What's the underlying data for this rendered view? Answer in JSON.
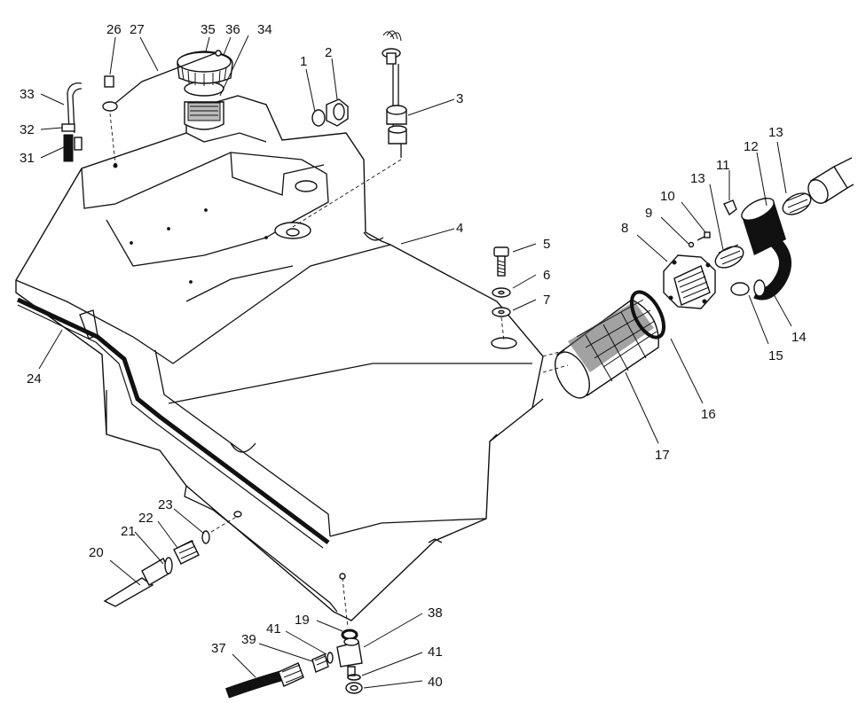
{
  "callouts": [
    {
      "id": "c1",
      "label": "1"
    },
    {
      "id": "c2",
      "label": "2"
    },
    {
      "id": "c3",
      "label": "3"
    },
    {
      "id": "c4",
      "label": "4"
    },
    {
      "id": "c5",
      "label": "5"
    },
    {
      "id": "c6",
      "label": "6"
    },
    {
      "id": "c7",
      "label": "7"
    },
    {
      "id": "c8",
      "label": "8"
    },
    {
      "id": "c9",
      "label": "9"
    },
    {
      "id": "c10",
      "label": "10"
    },
    {
      "id": "c11",
      "label": "11"
    },
    {
      "id": "c12",
      "label": "12"
    },
    {
      "id": "c13a",
      "label": "13"
    },
    {
      "id": "c13b",
      "label": "13"
    },
    {
      "id": "c14",
      "label": "14"
    },
    {
      "id": "c15",
      "label": "15"
    },
    {
      "id": "c16",
      "label": "16"
    },
    {
      "id": "c17",
      "label": "17"
    },
    {
      "id": "c19",
      "label": "19"
    },
    {
      "id": "c20",
      "label": "20"
    },
    {
      "id": "c21",
      "label": "21"
    },
    {
      "id": "c22",
      "label": "22"
    },
    {
      "id": "c23",
      "label": "23"
    },
    {
      "id": "c24",
      "label": "24"
    },
    {
      "id": "c26",
      "label": "26"
    },
    {
      "id": "c27",
      "label": "27"
    },
    {
      "id": "c31",
      "label": "31"
    },
    {
      "id": "c32",
      "label": "32"
    },
    {
      "id": "c33",
      "label": "33"
    },
    {
      "id": "c34",
      "label": "34"
    },
    {
      "id": "c35",
      "label": "35"
    },
    {
      "id": "c36",
      "label": "36"
    },
    {
      "id": "c37",
      "label": "37"
    },
    {
      "id": "c38",
      "label": "38"
    },
    {
      "id": "c39",
      "label": "39"
    },
    {
      "id": "c40",
      "label": "40"
    },
    {
      "id": "c41a",
      "label": "41"
    },
    {
      "id": "c41b",
      "label": "41"
    }
  ],
  "colors": {
    "ink": "#111111",
    "paper": "#ffffff"
  }
}
